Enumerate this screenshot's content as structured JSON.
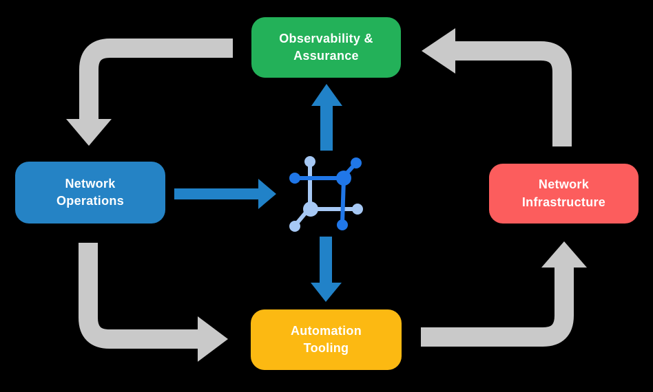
{
  "colors": {
    "background": "#000000",
    "text": "#FFFFFF",
    "box_green": "#23B159",
    "box_blue": "#2583C5",
    "box_red": "#FC5D5D",
    "box_yellow": "#FCB912",
    "arrow_gray": "#C9C9C9",
    "arrow_blue": "#2182C8",
    "icon_dark": "#2077E8",
    "icon_light": "#A6C8F4"
  },
  "diagram": {
    "nodes": [
      {
        "id": "observability-assurance",
        "label": "Observability &\nAssurance",
        "color": "#23B159"
      },
      {
        "id": "network-operations",
        "label": "Network\nOperations",
        "color": "#2583C5"
      },
      {
        "id": "network-infrastructure",
        "label": "Network\nInfrastructure",
        "color": "#FC5D5D"
      },
      {
        "id": "automation-tooling",
        "label": "Automation\nTooling",
        "color": "#FCB912"
      }
    ],
    "center_icon": "network-mesh-icon",
    "flows": [
      {
        "from": "Observability & Assurance",
        "to": "Network Operations",
        "style": "gray-elbow"
      },
      {
        "from": "Network Operations",
        "to": "Automation Tooling",
        "style": "gray-elbow"
      },
      {
        "from": "Automation Tooling",
        "to": "Network Infrastructure",
        "style": "gray-elbow"
      },
      {
        "from": "Network Infrastructure",
        "to": "Observability & Assurance",
        "style": "gray-elbow"
      },
      {
        "from": "Network Operations",
        "to": "center-icon",
        "style": "blue-straight"
      },
      {
        "from": "center-icon",
        "to": "Observability & Assurance",
        "style": "blue-straight"
      },
      {
        "from": "center-icon",
        "to": "Automation Tooling",
        "style": "blue-straight"
      }
    ]
  }
}
